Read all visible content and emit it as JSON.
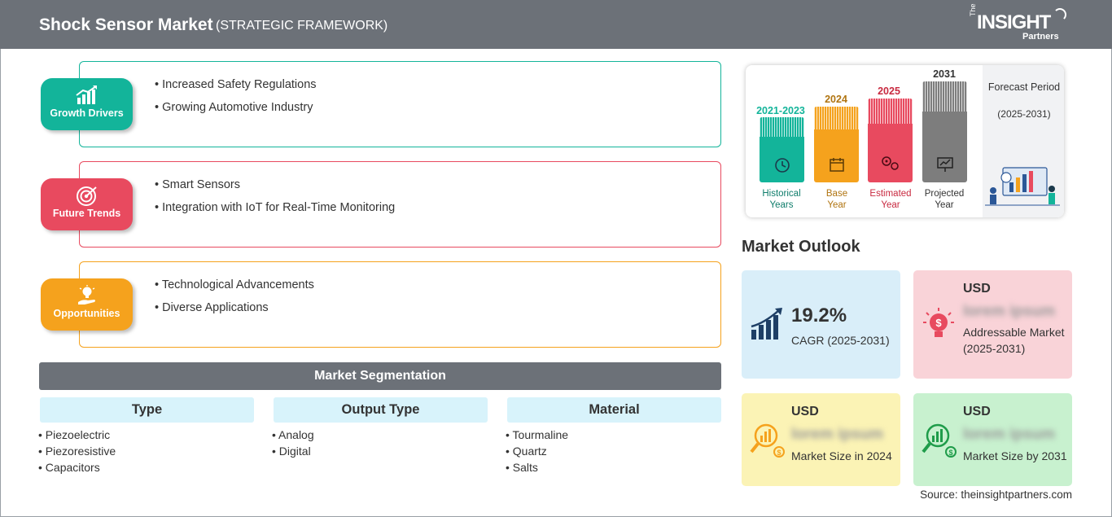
{
  "header": {
    "title": "Shock Sensor Market",
    "subtitle": "(STRATEGIC FRAMEWORK)",
    "logo_the": "The",
    "logo_insight": "INSIGHT",
    "logo_partners": "Partners"
  },
  "framework": [
    {
      "label": "Growth Drivers",
      "icon": "chart-growth-icon",
      "color": "#13b49a",
      "items": [
        "Increased Safety Regulations",
        "Growing Automotive Industry"
      ]
    },
    {
      "label": "Future Trends",
      "icon": "target-icon",
      "color": "#e84a5f",
      "items": [
        "Smart Sensors",
        "Integration with IoT for Real-Time Monitoring"
      ]
    },
    {
      "label": "Opportunities",
      "icon": "lightbulb-hand-icon",
      "color": "#f5a21d",
      "items": [
        "Technological Advancements",
        "Diverse Applications"
      ]
    }
  ],
  "segmentation": {
    "title": "Market Segmentation",
    "columns": [
      {
        "head": "Type",
        "items": [
          "Piezoelectric",
          "Piezoresistive",
          "Capacitors"
        ]
      },
      {
        "head": "Output Type",
        "items": [
          "Analog",
          "Digital"
        ]
      },
      {
        "head": "Material",
        "items": [
          "Tourmaline",
          "Quartz",
          "Salts"
        ]
      }
    ]
  },
  "timeline": {
    "bars": [
      {
        "year": "2021-2023",
        "caption": [
          "Historical",
          "Years"
        ],
        "color": "#13b49a",
        "icon": "history-clock-icon"
      },
      {
        "year": "2024",
        "caption": [
          "Base",
          "Year"
        ],
        "color": "#f5a21d",
        "icon": "calendar-icon"
      },
      {
        "year": "2025",
        "caption": [
          "Estimated",
          "Year"
        ],
        "color": "#e84a5f",
        "icon": "gears-icon"
      },
      {
        "year": "2031",
        "caption": [
          "Projected",
          "Year"
        ],
        "color": "#7d7d7d",
        "icon": "presentation-icon"
      }
    ],
    "forecast_title": "Forecast Period",
    "forecast_period": "(2025-2031)"
  },
  "outlook": {
    "title": "Market Outlook",
    "cagr": {
      "value": "19.2%",
      "caption": "CAGR (2025-2031)",
      "bg": "#d9eef9"
    },
    "addressable": {
      "usd": "USD",
      "value": "lorem ipsum",
      "caption": "Addressable Market (2025-2031)",
      "bg": "#f9d3d8"
    },
    "size_2024": {
      "usd": "USD",
      "value": "lorem ipsum",
      "caption": "Market Size in 2024",
      "bg": "#fbf3b5"
    },
    "size_2031": {
      "usd": "USD",
      "value": "lorem ipsum",
      "caption": "Market Size by 2031",
      "bg": "#c8f1cf"
    }
  },
  "source": "Source: theinsightpartners.com"
}
